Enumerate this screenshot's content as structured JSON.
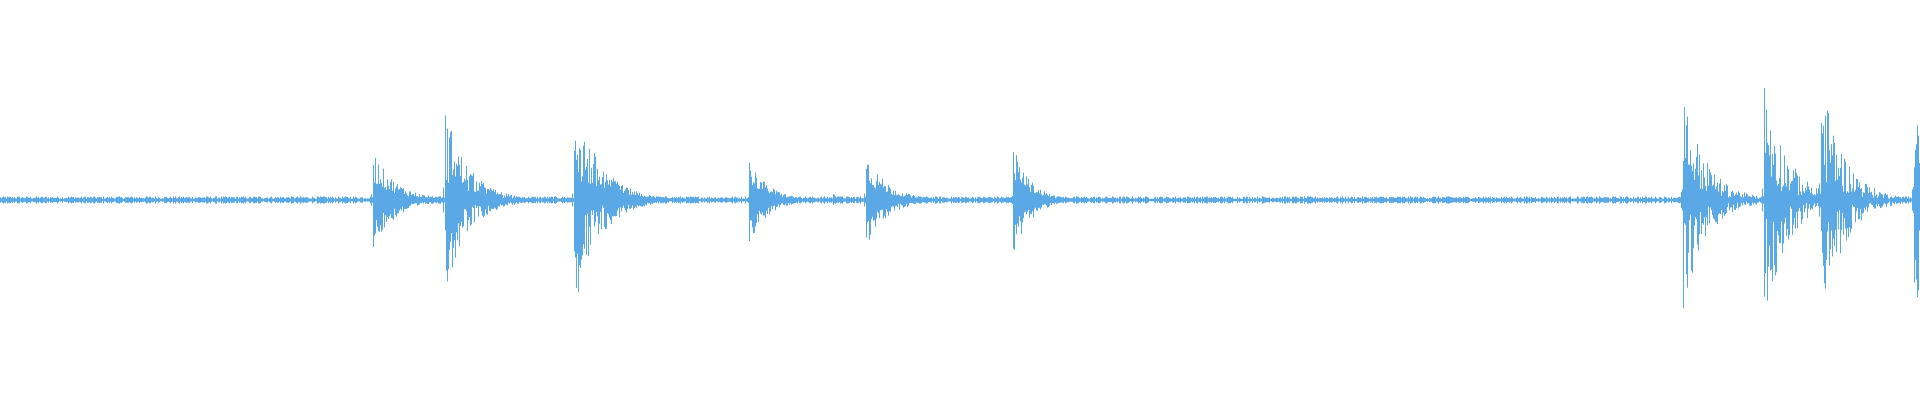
{
  "waveform": {
    "color": "#5aa9e6",
    "baseline_level": 0.03,
    "transients": [
      {
        "time": 0.1942,
        "peak_up": 0.4,
        "peak_down": 0.4,
        "decay": 0.012,
        "density": 0.65
      },
      {
        "time": 0.232,
        "peak_up": 0.76,
        "peak_down": 0.77,
        "decay": 0.012,
        "density": 0.8
      },
      {
        "time": 0.2357,
        "peak_up": 0.34,
        "peak_down": 0.25,
        "decay": 0.009,
        "density": 0.6
      },
      {
        "time": 0.251,
        "peak_up": 0.13,
        "peak_down": 0.15,
        "decay": 0.009,
        "density": 0.55
      },
      {
        "time": 0.299,
        "peak_up": 0.88,
        "peak_down": 0.89,
        "decay": 0.013,
        "density": 0.85
      },
      {
        "time": 0.3155,
        "peak_up": 0.26,
        "peak_down": 0.2,
        "decay": 0.012,
        "density": 0.6
      },
      {
        "time": 0.39,
        "peak_up": 0.33,
        "peak_down": 0.35,
        "decay": 0.01,
        "density": 0.6
      },
      {
        "time": 0.4337,
        "peak_up": 0.06,
        "peak_down": 0.05,
        "decay": 0.004,
        "density": 0.5
      },
      {
        "time": 0.451,
        "peak_up": 0.38,
        "peak_down": 0.39,
        "decay": 0.011,
        "density": 0.65
      },
      {
        "time": 0.5275,
        "peak_up": 0.44,
        "peak_down": 0.45,
        "decay": 0.009,
        "density": 0.6
      },
      {
        "time": 0.6195,
        "peak_up": 0.03,
        "peak_down": 0.03,
        "decay": 0.002,
        "density": 0.4
      },
      {
        "time": 0.682,
        "peak_up": 0.02,
        "peak_down": 0.02,
        "decay": 0.002,
        "density": 0.4
      },
      {
        "time": 0.737,
        "peak_up": 0.03,
        "peak_down": 0.03,
        "decay": 0.002,
        "density": 0.4
      },
      {
        "time": 0.8765,
        "peak_up": 0.89,
        "peak_down": 0.9,
        "decay": 0.012,
        "density": 0.85
      },
      {
        "time": 0.919,
        "peak_up": 1.0,
        "peak_down": 1.0,
        "decay": 0.012,
        "density": 0.85
      },
      {
        "time": 0.9485,
        "peak_up": 1.0,
        "peak_down": 1.0,
        "decay": 0.012,
        "density": 0.85
      },
      {
        "time": 0.997,
        "peak_up": 1.0,
        "peak_down": 1.0,
        "decay": 0.01,
        "density": 0.9
      }
    ]
  }
}
